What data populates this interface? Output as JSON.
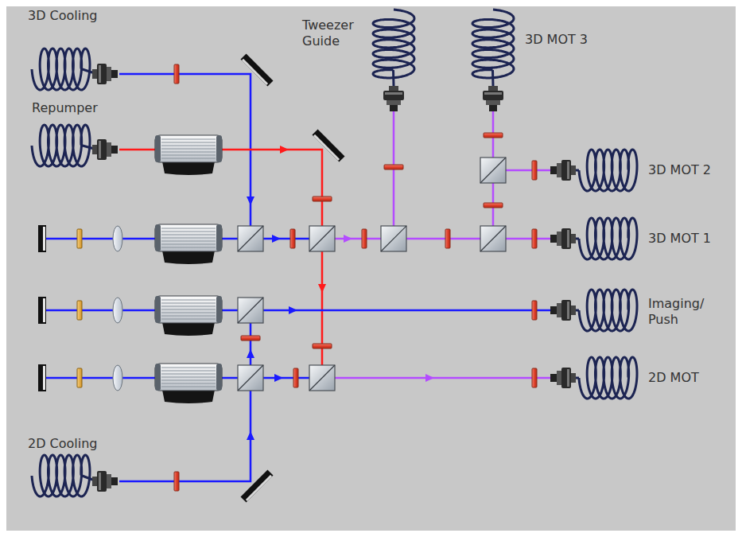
{
  "diagram": {
    "labels": [
      "3D Cooling",
      "Repumper",
      "Tweezer Guide",
      "3D MOT 3",
      "3D MOT 2",
      "3D MOT 1",
      "Imaging/ Push",
      "2D MOT",
      "2D Cooling"
    ]
  }
}
